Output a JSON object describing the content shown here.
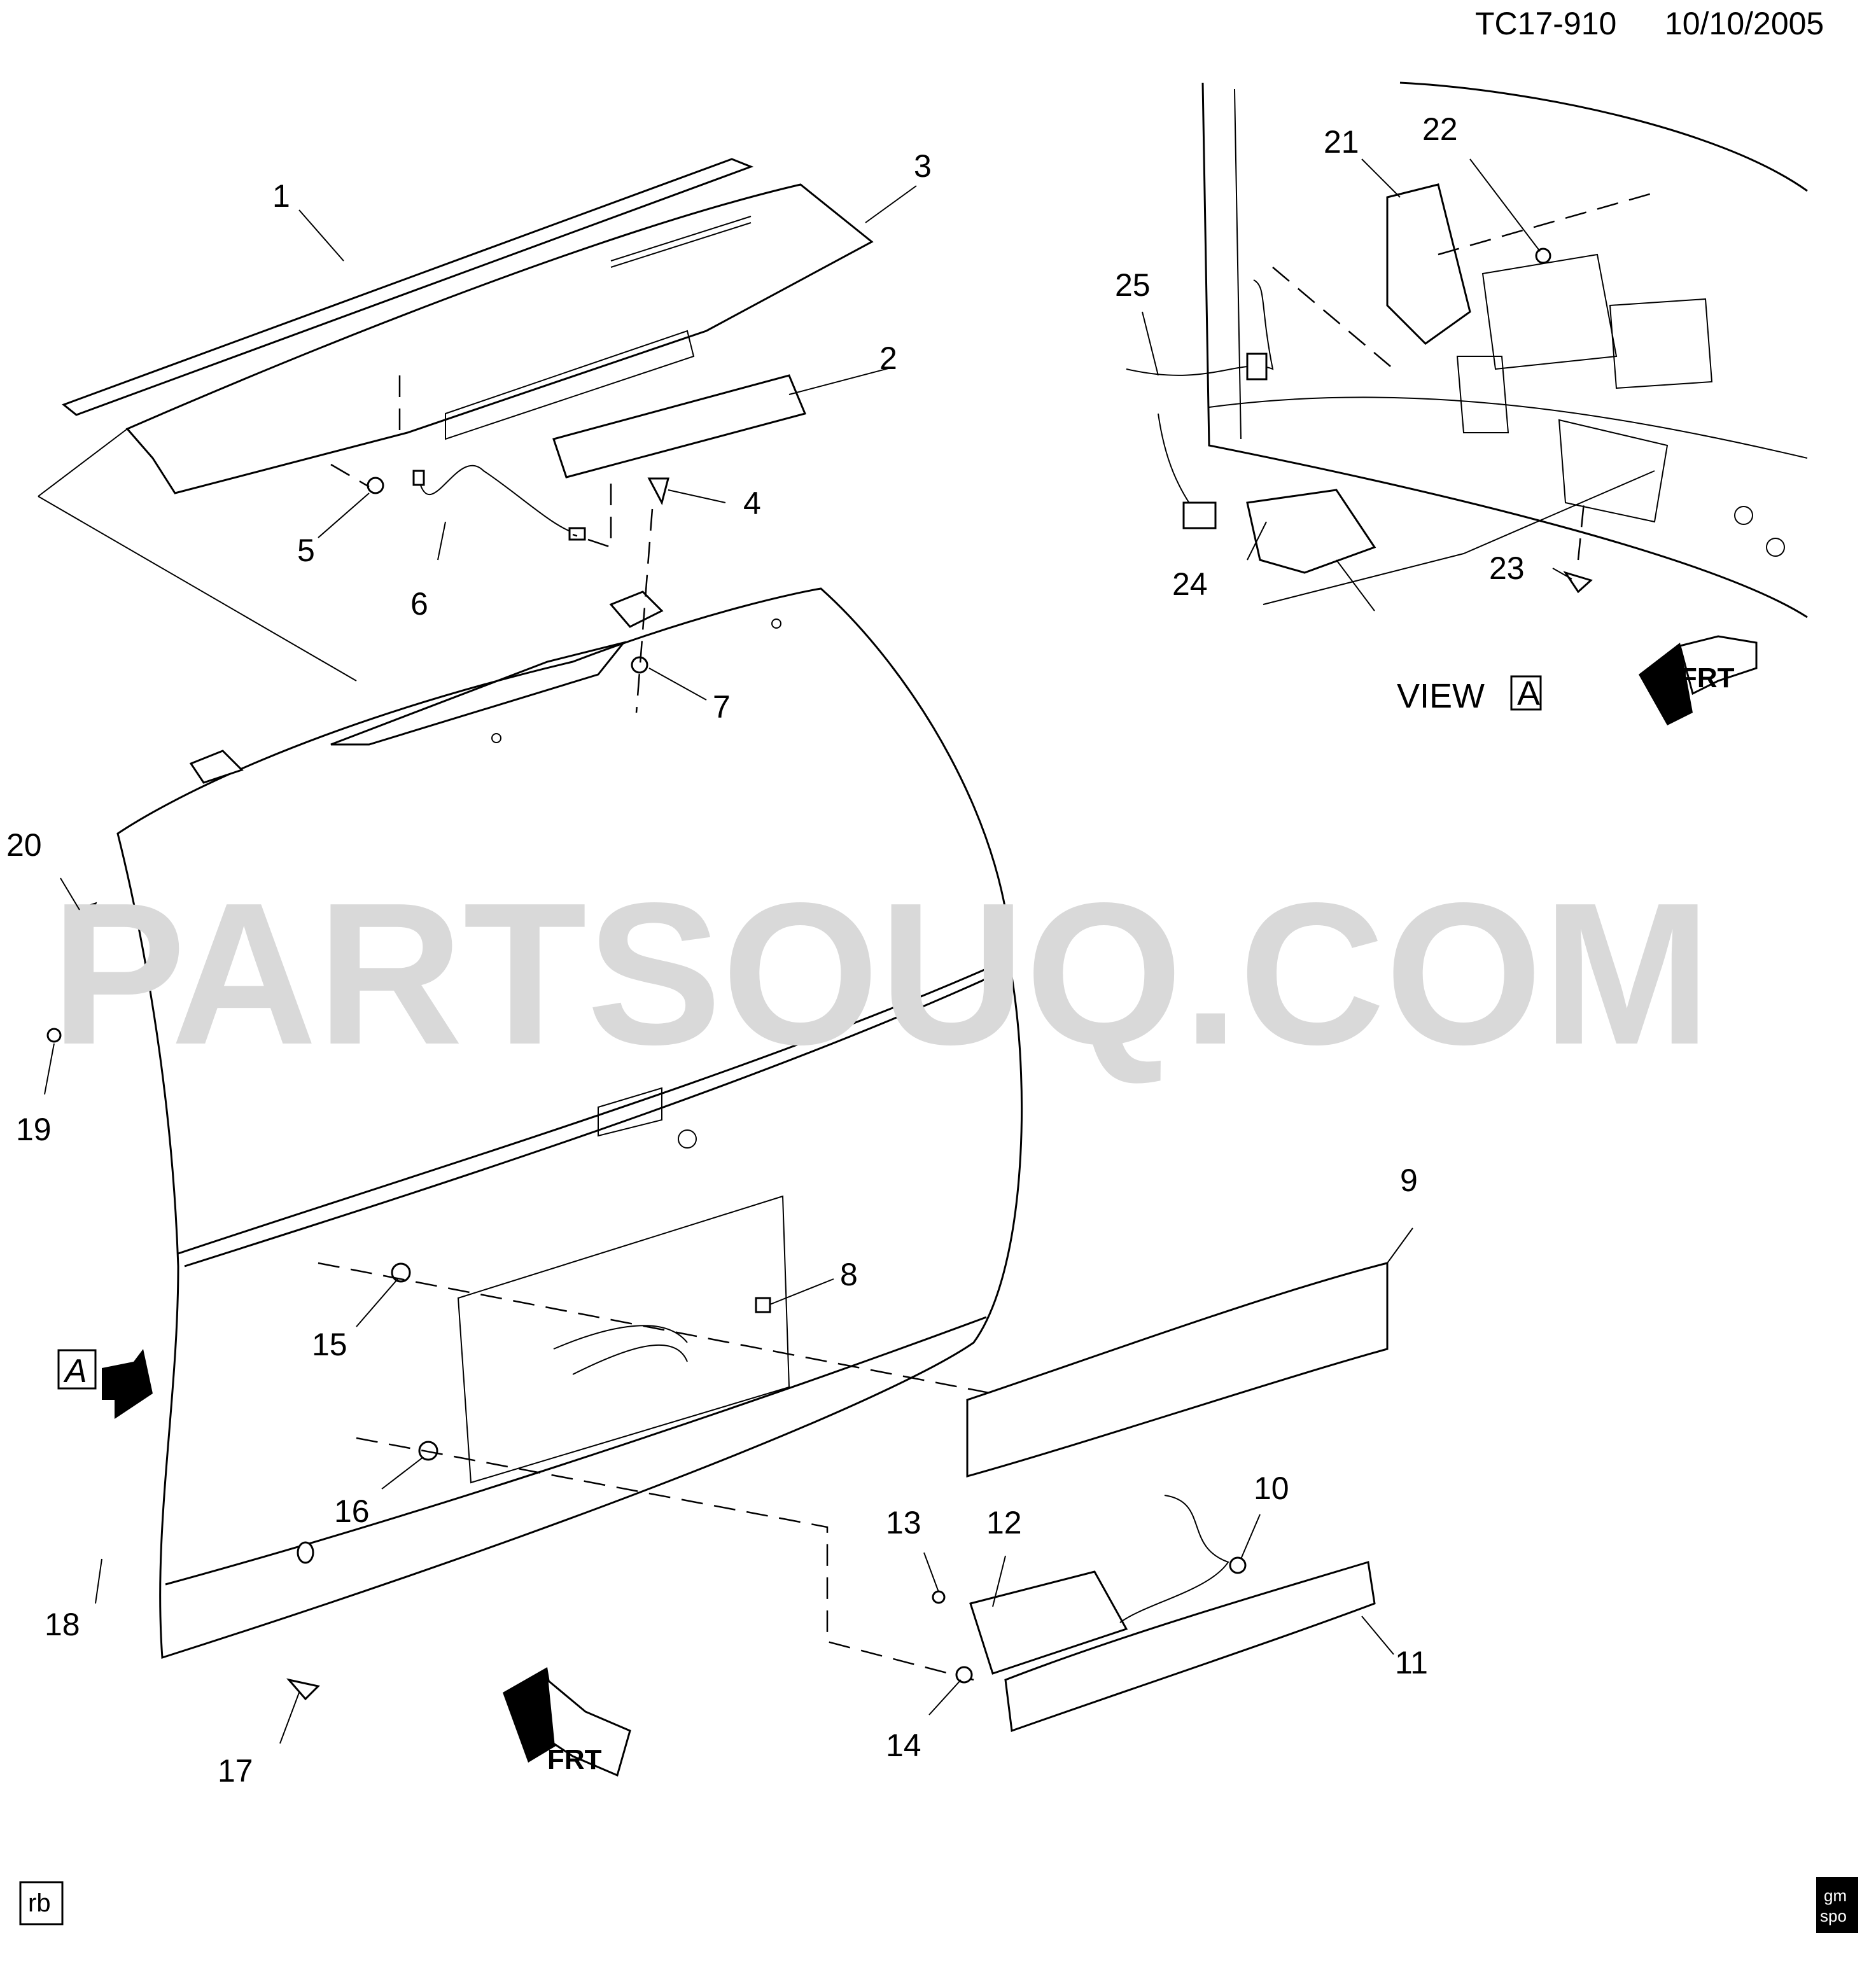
{
  "header": {
    "code": "TC17-910",
    "date": "10/10/2005"
  },
  "watermark": "PARTSOUQ.COM",
  "view_label": {
    "text": "VIEW",
    "letter": "A"
  },
  "view_marker": "A",
  "front_marker": "FRT",
  "corner_left": "rb",
  "corner_right": {
    "line1": "gm",
    "line2": "spo"
  },
  "callouts": [
    "1",
    "2",
    "3",
    "4",
    "5",
    "6",
    "7",
    "8",
    "9",
    "10",
    "11",
    "12",
    "13",
    "14",
    "15",
    "16",
    "17",
    "18",
    "19",
    "20",
    "21",
    "22",
    "23",
    "24",
    "25"
  ]
}
